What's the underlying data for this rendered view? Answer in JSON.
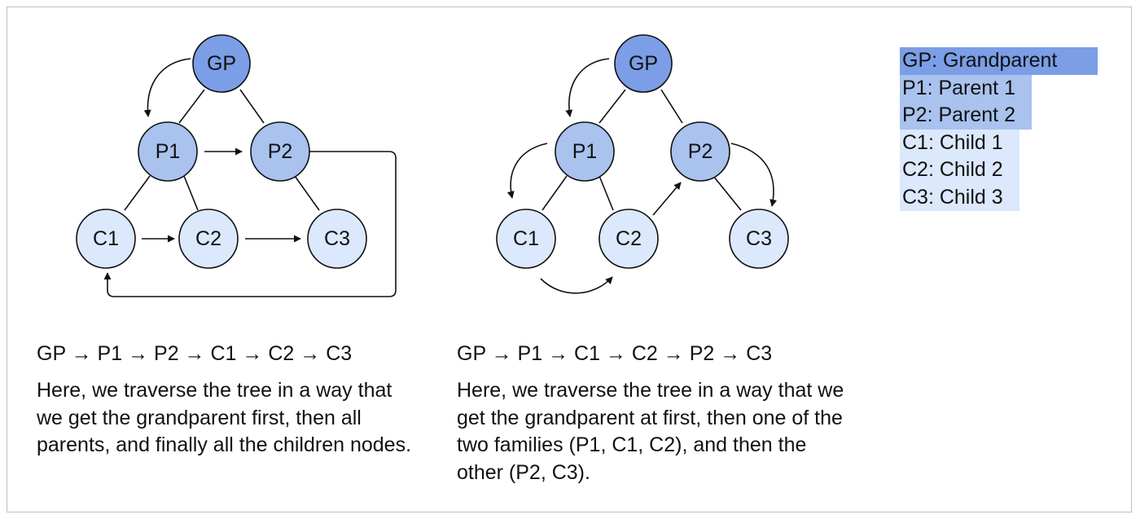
{
  "colors": {
    "grandparent": "#7b9ee6",
    "parent": "#a9c2ee",
    "child": "#dce8fb",
    "stroke": "#111111",
    "legend_grandparent": "#7b9ee6",
    "legend_parent": "#a9c2ee",
    "legend_child": "#dce8fb"
  },
  "diagram1": {
    "nodes": {
      "gp": "GP",
      "p1": "P1",
      "p2": "P2",
      "c1": "C1",
      "c2": "C2",
      "c3": "C3"
    },
    "sequence": "GP → P1 → P2 → C1 → C2 → C3",
    "description": "Here, we traverse the tree in a way that we get the grandparent first, then all parents, and finally all the children nodes."
  },
  "diagram2": {
    "nodes": {
      "gp": "GP",
      "p1": "P1",
      "p2": "P2",
      "c1": "C1",
      "c2": "C2",
      "c3": "C3"
    },
    "sequence": "GP → P1 → C1 → C2 → P2 → C3",
    "description": "Here, we traverse the tree in a way that we get the grandparent at first, then one of the two families (P1, C1, C2), and then the other (P2, C3)."
  },
  "legend": {
    "items": [
      {
        "label": "GP: Grandparent",
        "level": "grandparent"
      },
      {
        "label": "P1: Parent 1",
        "level": "parent"
      },
      {
        "label": "P2: Parent 2",
        "level": "parent"
      },
      {
        "label": "C1: Child 1",
        "level": "child"
      },
      {
        "label": "C2: Child 2",
        "level": "child"
      },
      {
        "label": "C3: Child 3",
        "level": "child"
      }
    ]
  }
}
